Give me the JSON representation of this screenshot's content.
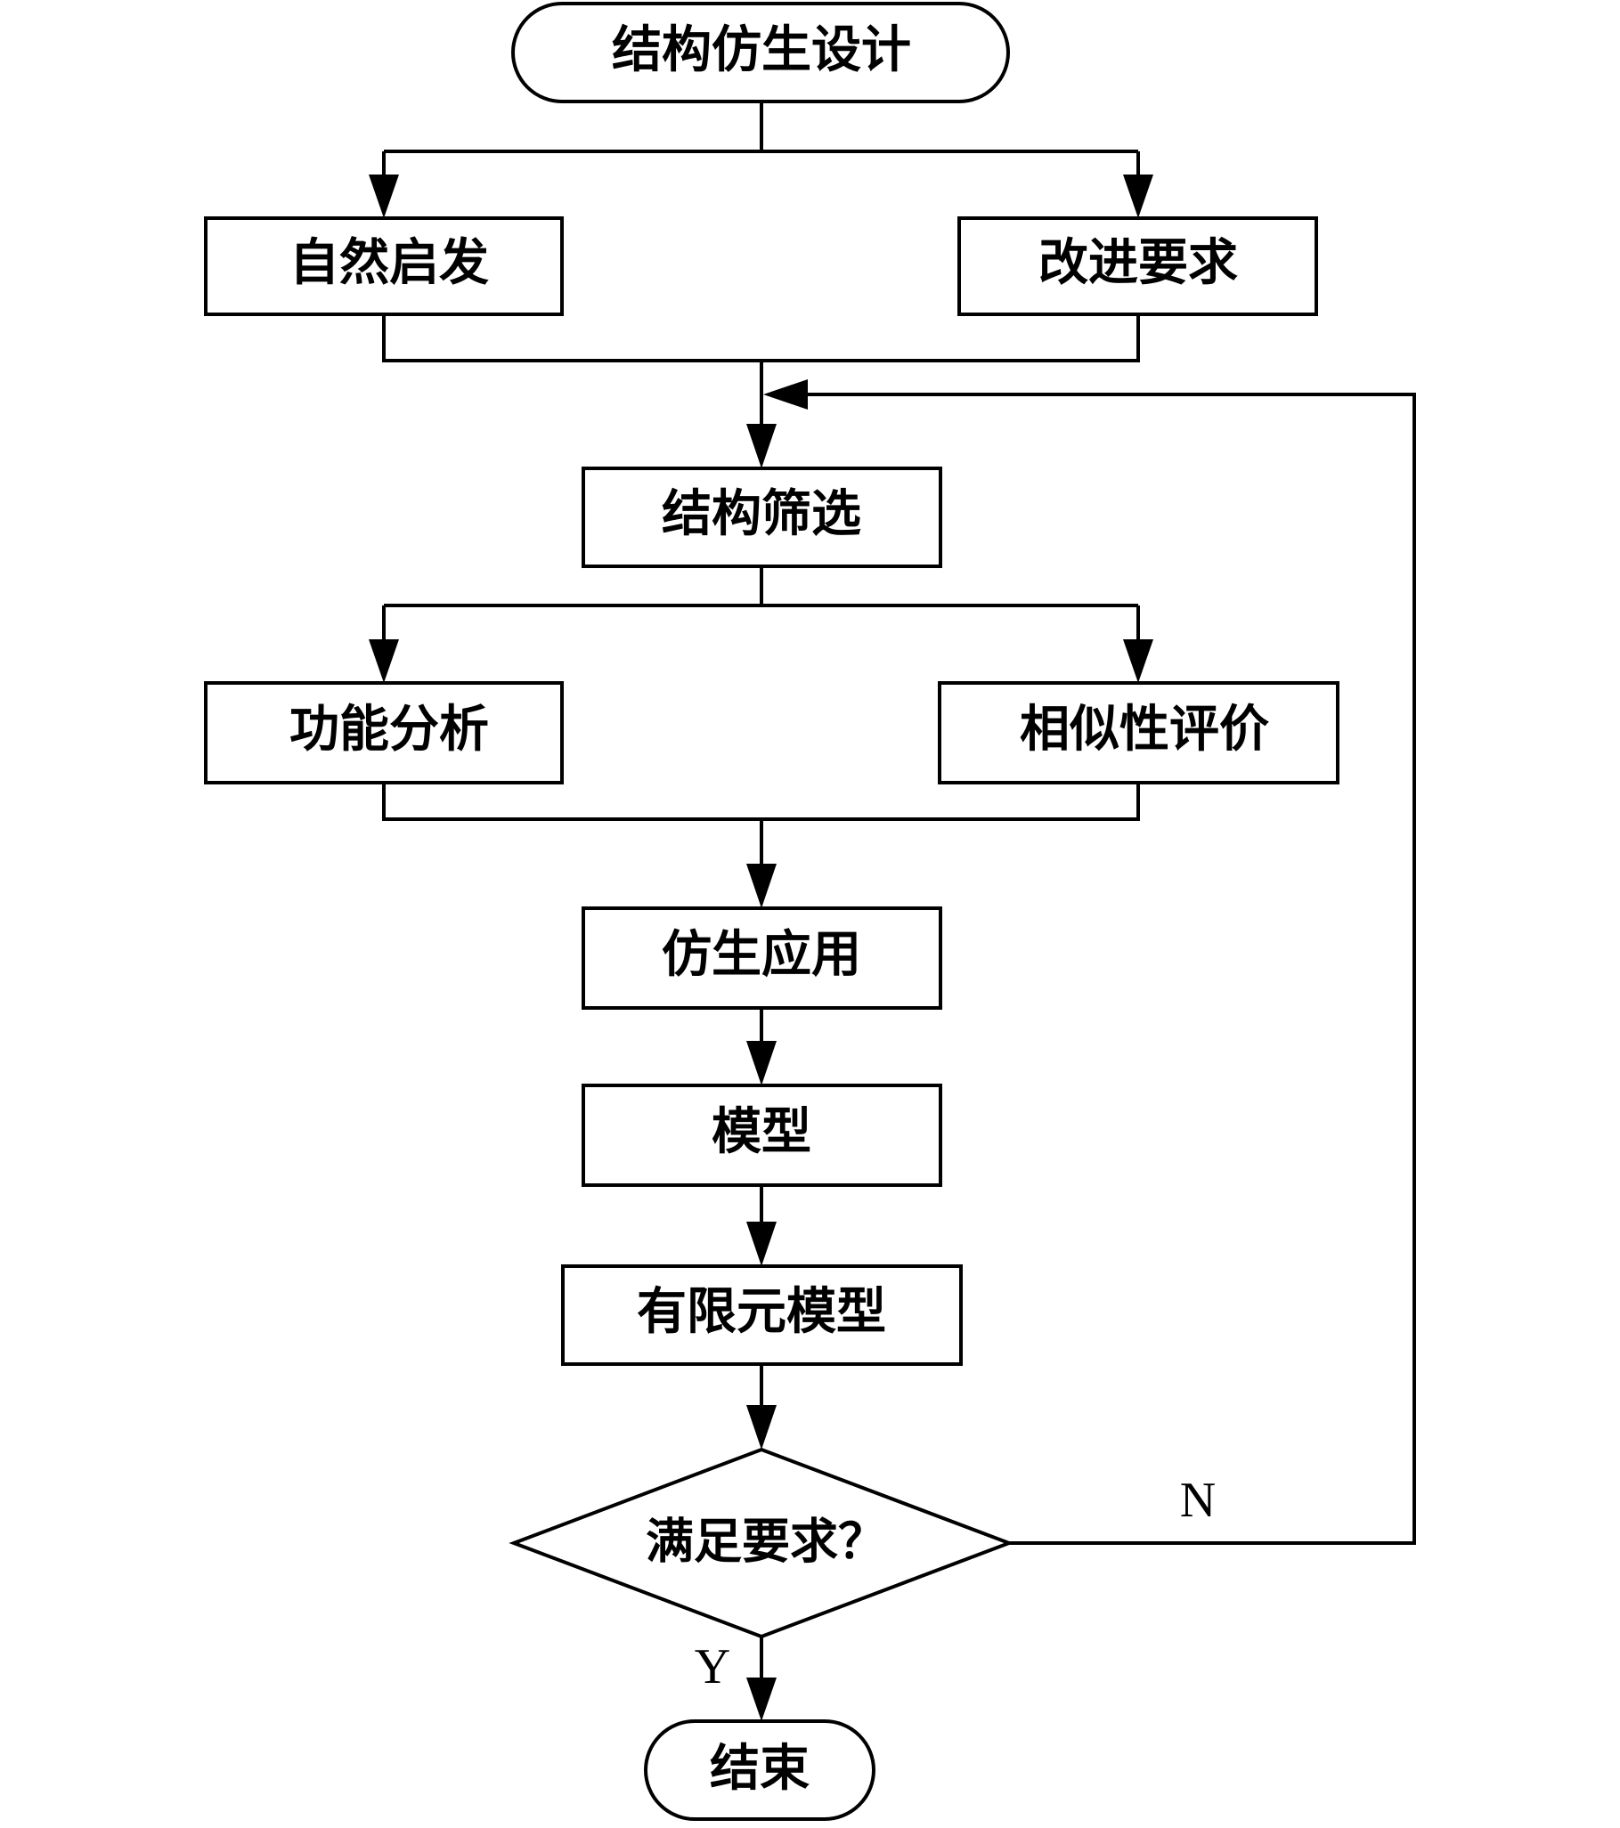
{
  "nodes": {
    "start": "结构仿生设计",
    "nature": "自然启发",
    "improve": "改进要求",
    "screen": "结构筛选",
    "function": "功能分析",
    "similarity": "相似性评价",
    "apply": "仿生应用",
    "model": "模型",
    "fem": "有限元模型",
    "decision": "满足要求？",
    "end": "结束"
  },
  "labels": {
    "no": "N",
    "yes": "Y"
  },
  "colors": {
    "stroke": "#000000",
    "background": "#ffffff"
  }
}
